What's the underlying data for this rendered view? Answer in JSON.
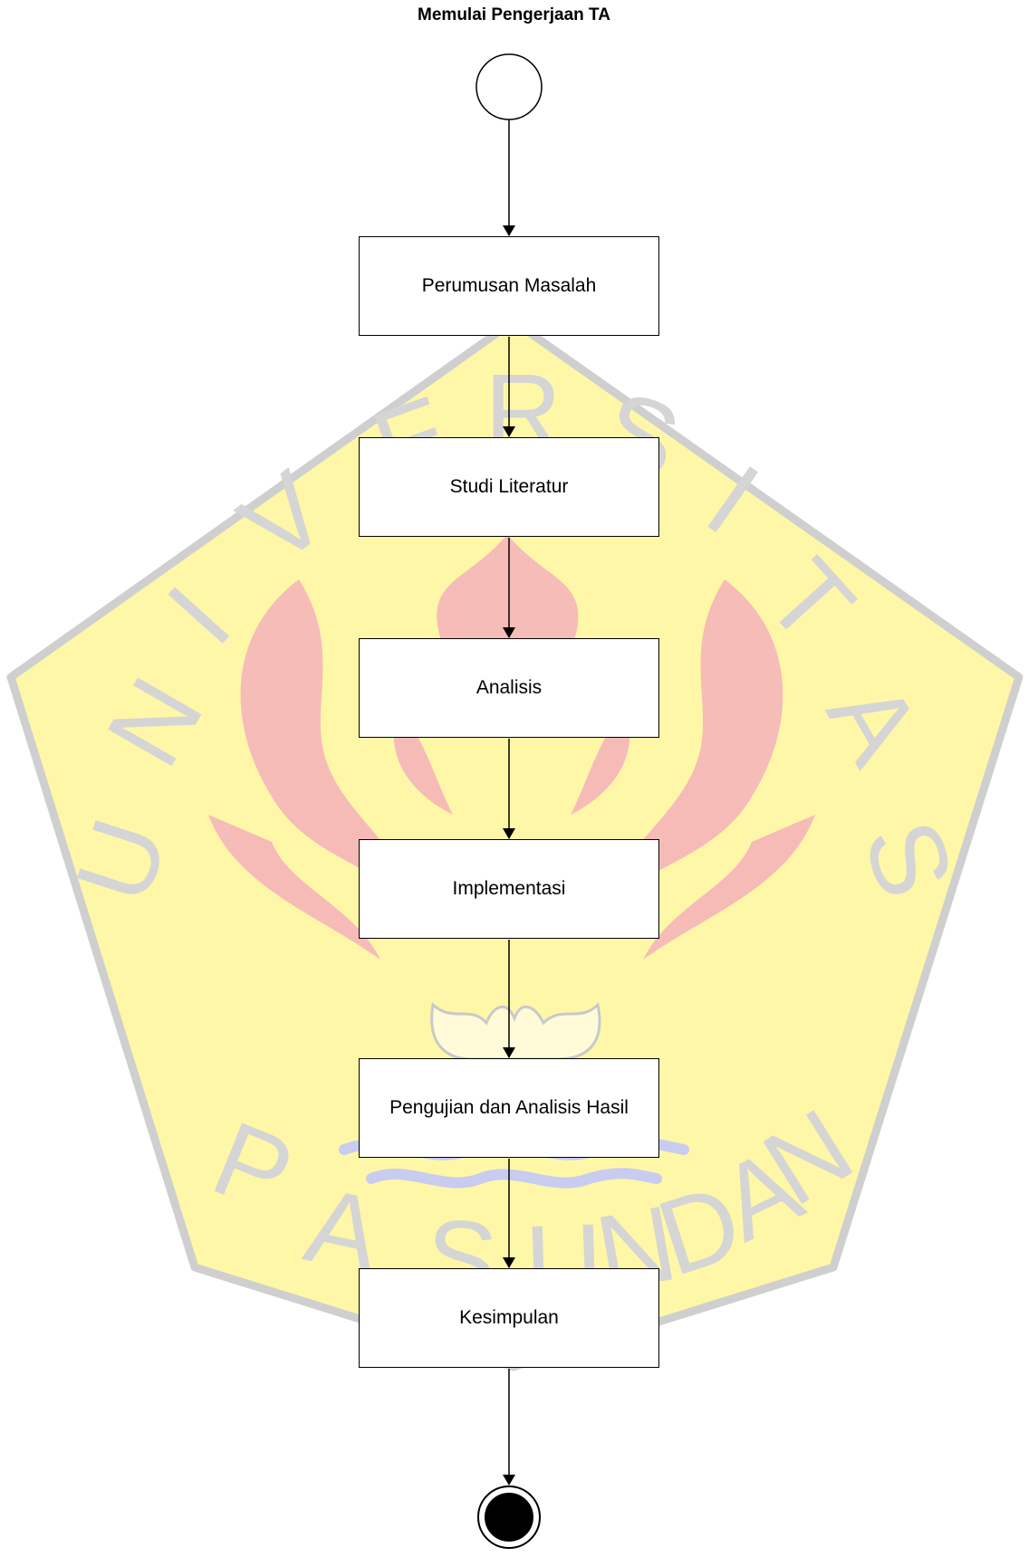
{
  "title": "Memulai Pengerjaan TA",
  "watermark": {
    "letters": [
      "U",
      "N",
      "I",
      "V",
      "E",
      "R",
      "S",
      "I",
      "T",
      "A",
      "S",
      "P",
      "A",
      "S",
      "U",
      "N",
      "D",
      "A",
      "N"
    ],
    "shield_color": "#FFF7A8",
    "shield_border_color": "#CFCFCF",
    "flame_color": "#F6B8B8",
    "water_color": "#C7CCF0",
    "letter_color": "#D5D5D5"
  },
  "steps": [
    {
      "label": "Perumusan Masalah"
    },
    {
      "label": "Studi Literatur"
    },
    {
      "label": "Analisis"
    },
    {
      "label": "Implementasi"
    },
    {
      "label": "Pengujian dan Analisis Hasil"
    },
    {
      "label": "Kesimpulan"
    }
  ],
  "start_node": "initial-node",
  "end_node": "final-node"
}
